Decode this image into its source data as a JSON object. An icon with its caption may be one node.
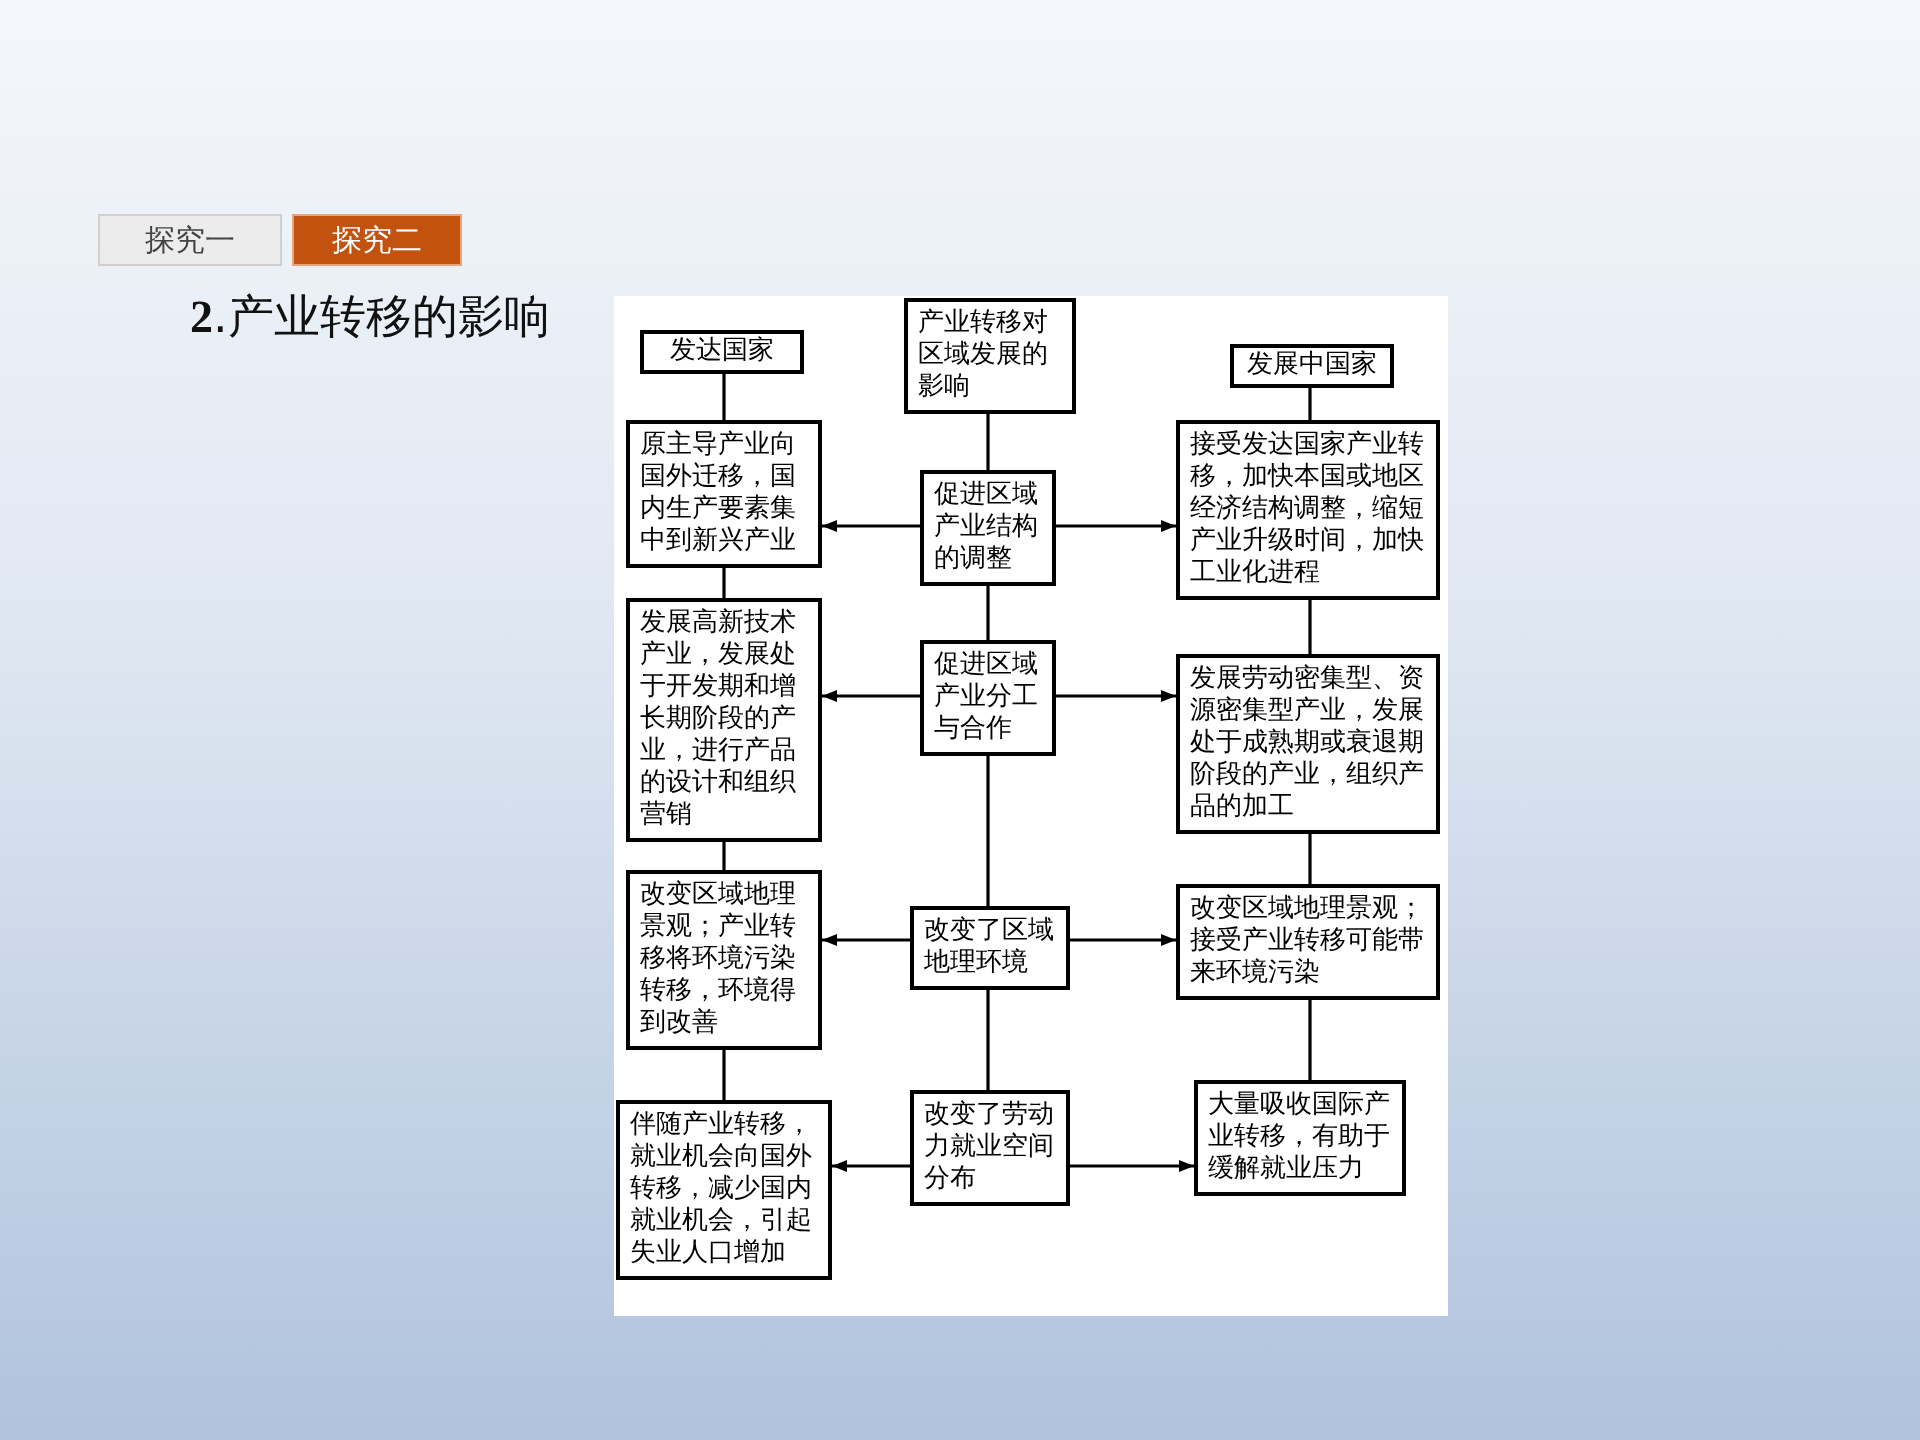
{
  "diagram": {
    "title": "**2**.产业转移的影响",
    "nodes": [
      {
        "text": [
          "探究一"
        ]
      },
      {
        "text": [
          "探究二"
        ]
      },
      {
        "text": [
          "发达国家"
        ]
      },
      {
        "text": [
          "产业转移对区域发展的影响"
        ]
      },
      {
        "text": [
          "发展中国家"
        ]
      },
      {
        "text": [
          "原主导产业向国外迁移，国内生产要素集中到新兴产业"
        ]
      },
      {
        "text": [
          "促进区域产业结构的调整"
        ]
      },
      {
        "text": [
          "接受发达国家产业转移，加快本国或地区经济结构调整，缩短产业升级时间，加快工业化进程"
        ]
      },
      {
        "text": [
          "发展高新技术产业，发展处于开发期和增长期阶段的产业，进行产品的设计和组织营销"
        ]
      },
      {
        "text": [
          "促进区域产业分工与合作"
        ]
      },
      {
        "text": [
          "发展劳动密集型、资源密集型产业，发展处于成熟期或衰退期阶段的产业，组织产品的加工"
        ]
      },
      {
        "text": [
          "改变区域地理景观；产业转移将环境污染转移，环境得到改善"
        ]
      },
      {
        "text": [
          "改变了区域地理环境"
        ]
      },
      {
        "text": [
          "改变区域地理景观；接受产业转移可能带来环境污染"
        ]
      },
      {
        "text": [
          "伴随产业转移，就业机会向国外转移，减少国内就业机会，引起失业人口增加"
        ]
      },
      {
        "text": [
          "改变了劳动力就业空间分布"
        ]
      },
      {
        "text": [
          "大量吸收国际产业转移，有助于缓解就业压力"
        ]
      }
    ],
    "edges": [
      {
        "from": 2,
        "to": 5,
        "arrow": "none"
      },
      {
        "from": 5,
        "to": 8,
        "arrow": "none"
      },
      {
        "from": 8,
        "to": 11,
        "arrow": "none"
      },
      {
        "from": 11,
        "to": 14,
        "arrow": "none"
      },
      {
        "from": 3,
        "to": 6,
        "arrow": "none"
      },
      {
        "from": 6,
        "to": 9,
        "arrow": "none"
      },
      {
        "from": 9,
        "to": 12,
        "arrow": "none"
      },
      {
        "from": 12,
        "to": 15,
        "arrow": "none"
      },
      {
        "from": 4,
        "to": 7,
        "arrow": "none"
      },
      {
        "from": 7,
        "to": 10,
        "arrow": "none"
      },
      {
        "from": 10,
        "to": 13,
        "arrow": "none"
      },
      {
        "from": 13,
        "to": 16,
        "arrow": "none"
      },
      {
        "from": 6,
        "to": 5,
        "arrow": "to"
      },
      {
        "from": 6,
        "to": 7,
        "arrow": "to"
      },
      {
        "from": 9,
        "to": 8,
        "arrow": "to"
      },
      {
        "from": 9,
        "to": 10,
        "arrow": "to"
      },
      {
        "from": 12,
        "to": 11,
        "arrow": "to"
      },
      {
        "from": 12,
        "to": 13,
        "arrow": "to"
      },
      {
        "from": 15,
        "to": 14,
        "arrow": "to"
      },
      {
        "from": 15,
        "to": 16,
        "arrow": "to"
      }
    ]
  }
}
